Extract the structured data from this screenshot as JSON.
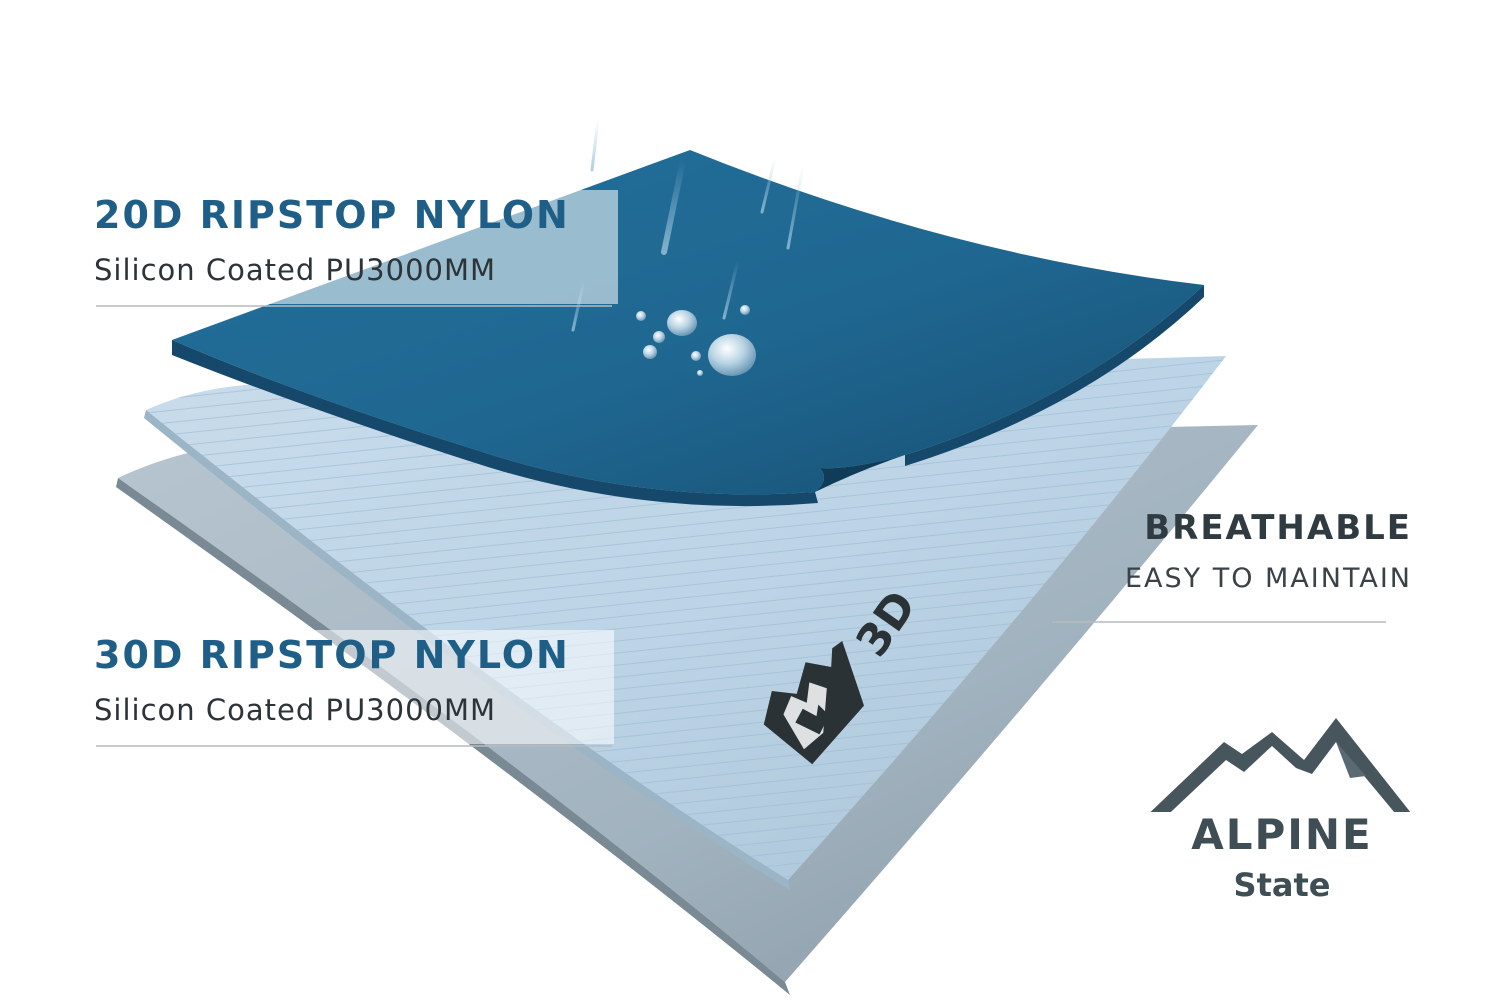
{
  "layers": [
    {
      "title": "20D RIPSTOP NYLON",
      "subtitle": "Silicon Coated PU3000MM"
    },
    {
      "title": "30D RIPSTOP NYLON",
      "subtitle": "Silicon Coated PU3000MM"
    }
  ],
  "features": {
    "primary": "BREATHABLE",
    "secondary": "EASY TO MAINTAIN"
  },
  "badge": {
    "text": "3D",
    "icon": "mountain-icon"
  },
  "brand": {
    "name": "ALPINE",
    "tagline": "State",
    "icon": "mountain-peaks-icon"
  },
  "colors": {
    "top_layer": "#1f6a93",
    "middle_layer": "#b9d2e3",
    "bottom_layer": "#a3b4c1",
    "title_text": "#1f5f87",
    "body_text": "#2c3438",
    "brand": "#3f4d55"
  }
}
